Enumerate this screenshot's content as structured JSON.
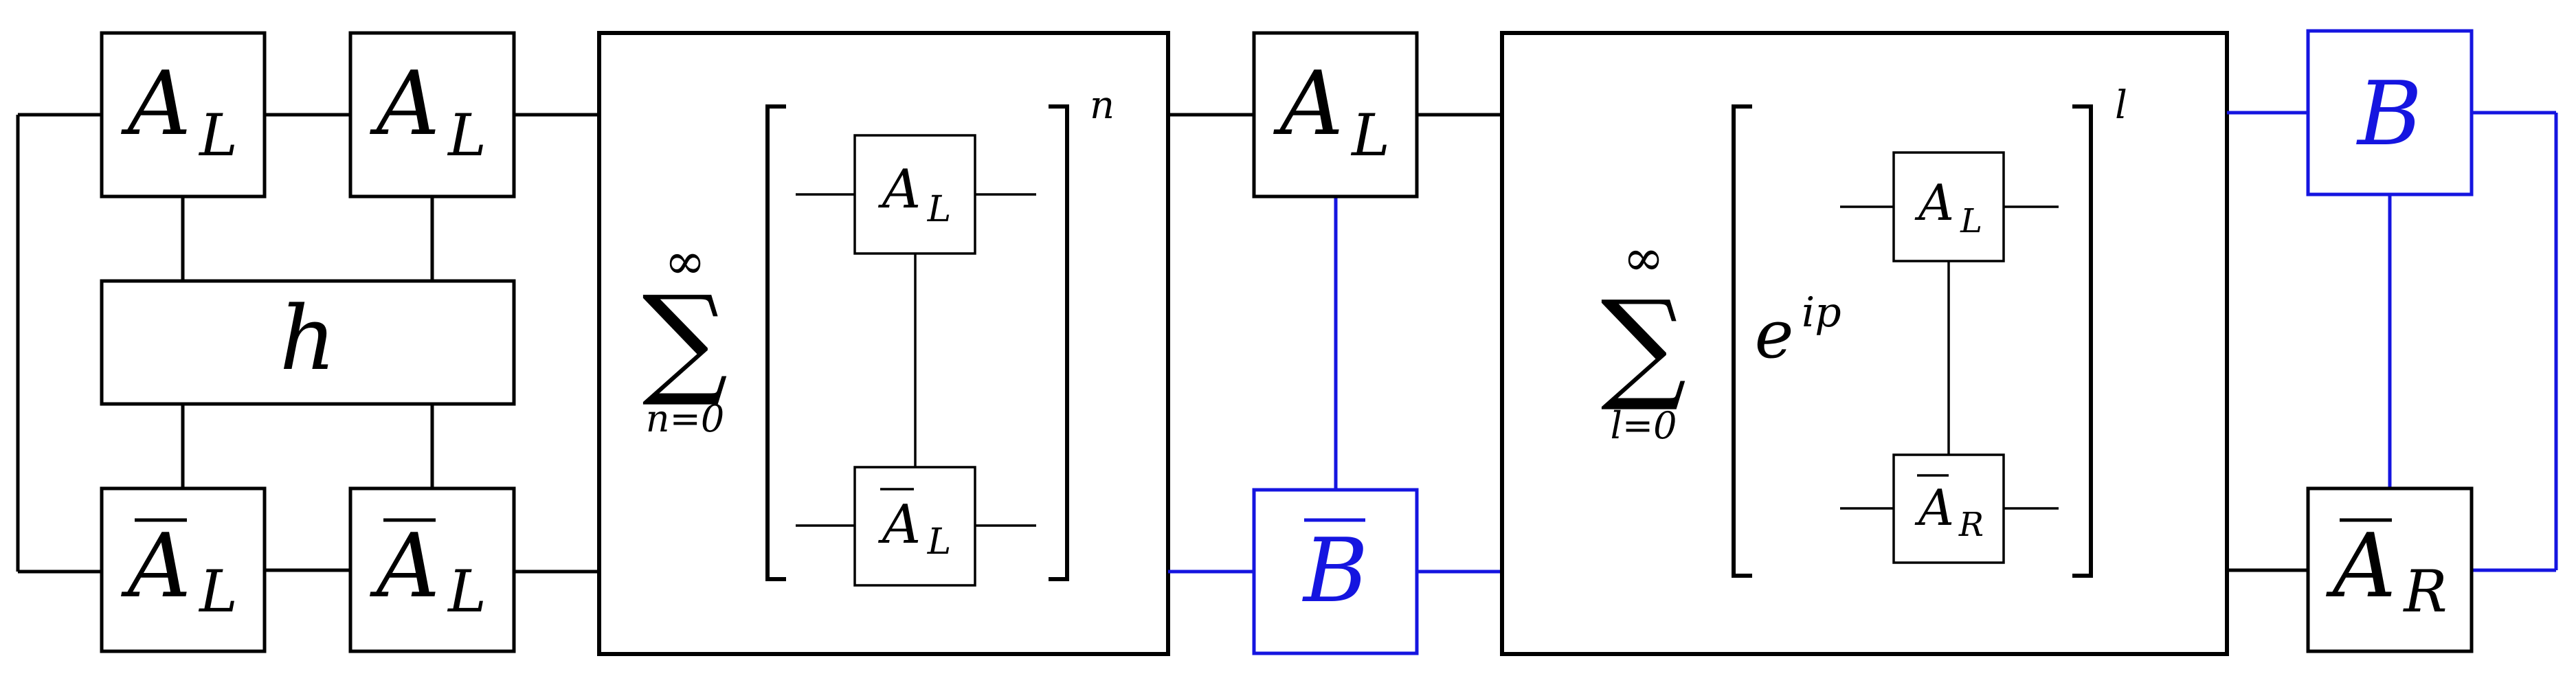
{
  "tensors": {
    "a_l": {
      "main": "A",
      "sub": "L"
    },
    "a_l_conj": {
      "main": "A",
      "sub": "L"
    },
    "a_r_conj": {
      "main": "A",
      "sub": "R"
    },
    "h": "h",
    "b": "B",
    "b_conj": "B"
  },
  "sum1": {
    "symbol": "∑",
    "upper": "∞",
    "lower": "n=0",
    "power": "n"
  },
  "sum2": {
    "symbol": "∑",
    "upper": "∞",
    "lower": "l=0",
    "power": "l",
    "phase_base": "e",
    "phase_exp": "ip"
  },
  "colors": {
    "ink": "#000000",
    "accent": "#1515e0"
  }
}
